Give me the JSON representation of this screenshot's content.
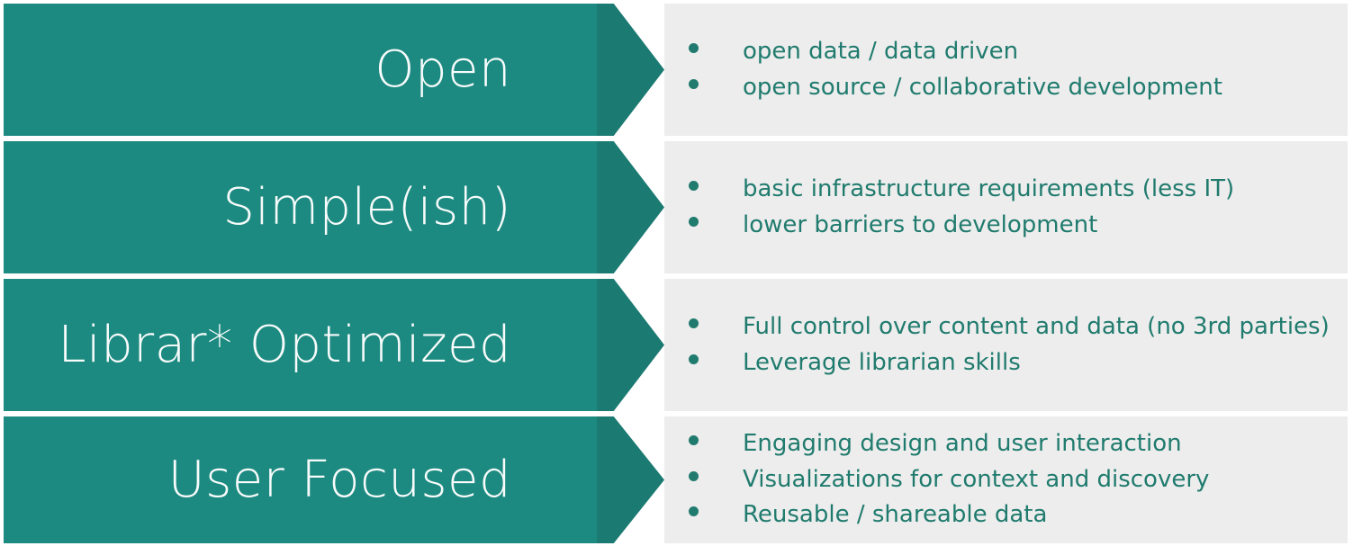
{
  "theme": {
    "arrow_body_color": "#1C8A80",
    "arrow_head_color": "#1B7A72",
    "panel_bg_color": "#EDEDED",
    "bullet_text_color": "#207B6E",
    "arrow_label_color": "#FFFFFF",
    "page_bg_color": "#FFFFFF"
  },
  "rows": [
    {
      "label": "Open",
      "bullets": [
        "open data / data driven",
        "open source / collaborative development"
      ]
    },
    {
      "label": "Simple(ish)",
      "bullets": [
        "basic infrastructure requirements (less IT)",
        "lower barriers to development"
      ]
    },
    {
      "label": "Librar* Optimized",
      "bullets": [
        "Full control over content and data (no 3rd parties)",
        "Leverage librarian skills"
      ]
    },
    {
      "label": "User Focused",
      "bullets": [
        "Engaging design and user interaction",
        "Visualizations for context and discovery",
        "Reusable / shareable data"
      ]
    }
  ]
}
